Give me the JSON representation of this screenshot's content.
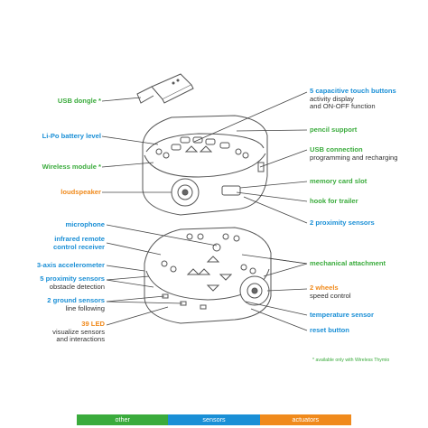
{
  "labels": {
    "usb_dongle": "USB dongle *",
    "battery": "Li-Po battery level",
    "wireless": "Wireless module *",
    "loudspeaker": "loudspeaker",
    "touch_title": "5 capacitive touch buttons",
    "touch_sub1": "activity display",
    "touch_sub2": "and ON-OFF function",
    "pencil": "pencil support",
    "usb_conn": "USB connection",
    "usb_conn_sub": "programming and recharging",
    "memory": "memory card slot",
    "hook": "hook for trailer",
    "prox2": "2 proximity sensors",
    "microphone": "microphone",
    "ir1": "infrared remote",
    "ir2": "control receiver",
    "accel": "3-axis accelerometer",
    "prox5": "5 proximity sensors",
    "prox5_sub": "obstacle detection",
    "ground": "2 ground sensors",
    "ground_sub": "line following",
    "led": "39 LED",
    "led_sub1": "visualize sensors",
    "led_sub2": "and interactions",
    "mech": "mechanical attachment",
    "wheels": "2 wheels",
    "wheels_sub": "speed control",
    "temp": "temperature sensor",
    "reset": "reset button"
  },
  "note": "* available only with Wireless Thymio",
  "legend": [
    {
      "label": "other",
      "color": "#3aab3c"
    },
    {
      "label": "sensors",
      "color": "#1a8fd6"
    },
    {
      "label": "actuators",
      "color": "#f08a1c"
    }
  ],
  "colors": {
    "other": "#3aab3c",
    "sensors": "#1a8fd6",
    "actuators": "#f08a1c",
    "line": "#444444"
  }
}
